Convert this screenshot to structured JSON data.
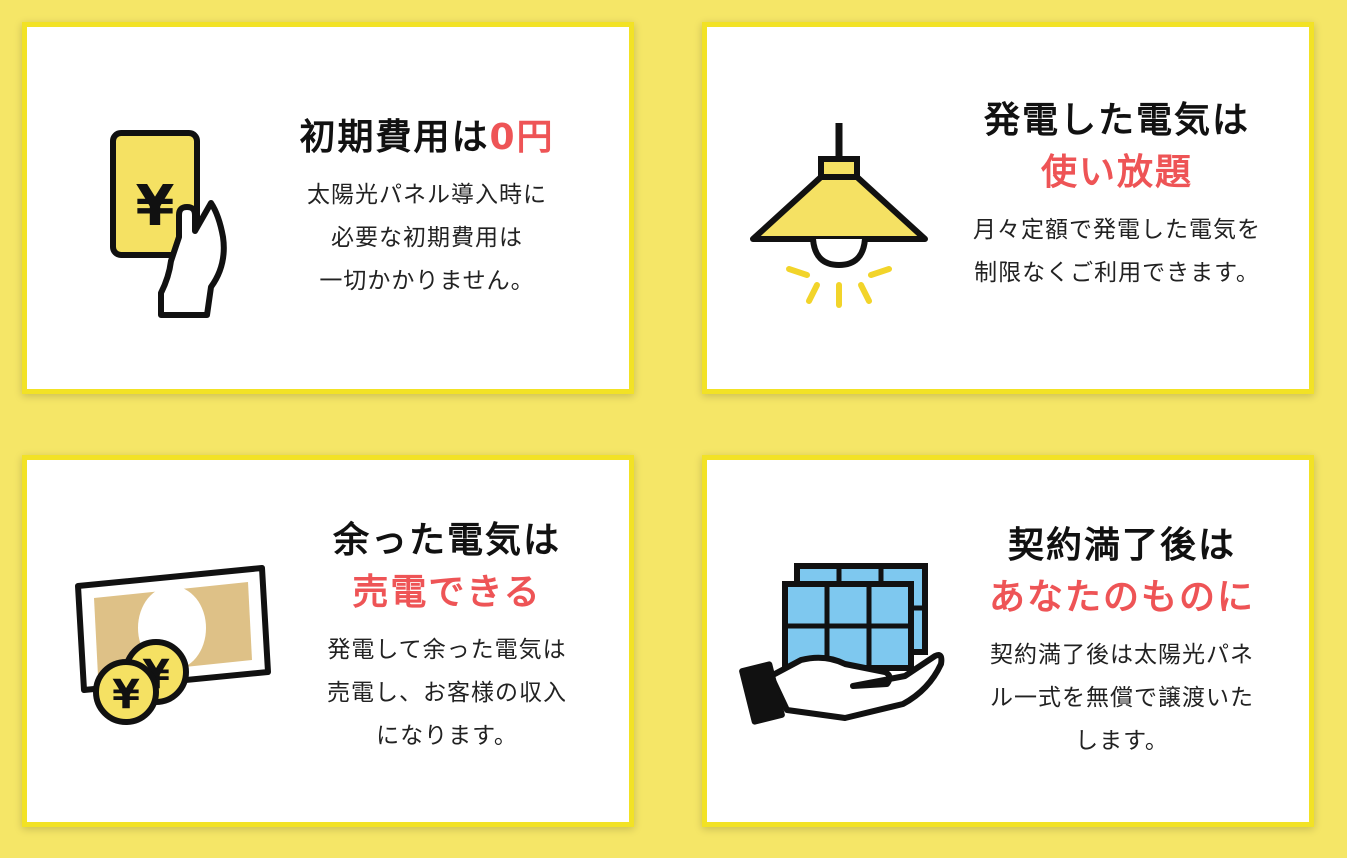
{
  "colors": {
    "background": "#f5e667",
    "card_border": "#f2e225",
    "accent": "#ee5456",
    "icon_yellow": "#f5e163",
    "panel_blue": "#7ec8ef",
    "bill_beige": "#dec187"
  },
  "cards": [
    {
      "icon": "yen-card-hand-icon",
      "title_main": "初期費用は",
      "title_accent": "0円",
      "body_lines": [
        "太陽光パネル導入時に",
        "必要な初期費用は",
        "一切かかりません。"
      ]
    },
    {
      "icon": "ceiling-lamp-icon",
      "title_main": "発電した電気は",
      "title_accent": "使い放題",
      "body_lines": [
        "月々定額で発電した電気を",
        "制限なくご利用できます。"
      ]
    },
    {
      "icon": "banknote-coins-icon",
      "title_main": "余った電気は",
      "title_accent": "売電できる",
      "body_lines": [
        "発電して余った電気は",
        "売電し、お客様の収入",
        "になります。"
      ]
    },
    {
      "icon": "hand-solar-panel-icon",
      "title_main": "契約満了後は",
      "title_accent": "あなたのものに",
      "body_lines": [
        "契約満了後は太陽光パネ",
        "ル一式を無償で譲渡いた",
        "します。"
      ]
    }
  ]
}
